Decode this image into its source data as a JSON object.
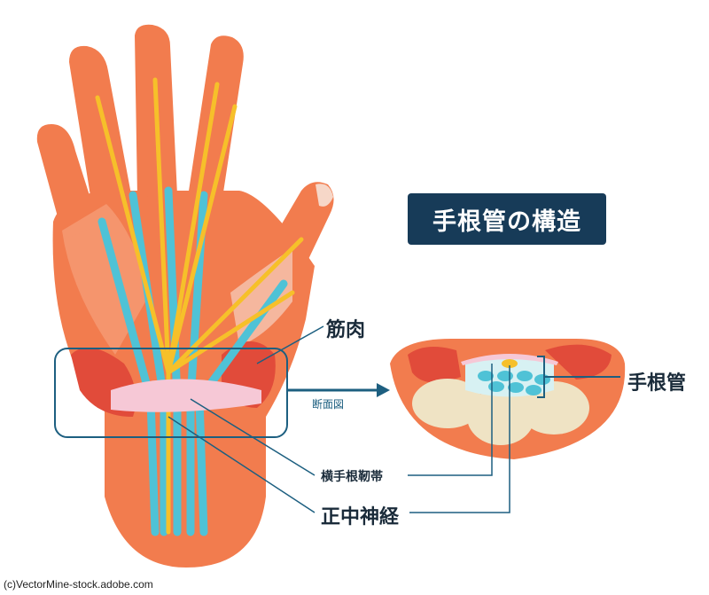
{
  "title": "手根管の構造",
  "labels": {
    "muscle": "筋肉",
    "cross_section": "断面図",
    "carpal_tunnel": "手根管",
    "transverse_ligament": "横手根靭帯",
    "median_nerve": "正中神経"
  },
  "credit": "(c)VectorMine-stock.adobe.com",
  "colors": {
    "skin": "#f27c4e",
    "skin_light": "#f6a07a",
    "tendon": "#4fc2d6",
    "nerve": "#f6c02a",
    "muscle": "#e14b3a",
    "ligament": "#f6c8d6",
    "bone": "#efe3c4",
    "title_bg": "#173b58",
    "line": "#1d5f80"
  }
}
